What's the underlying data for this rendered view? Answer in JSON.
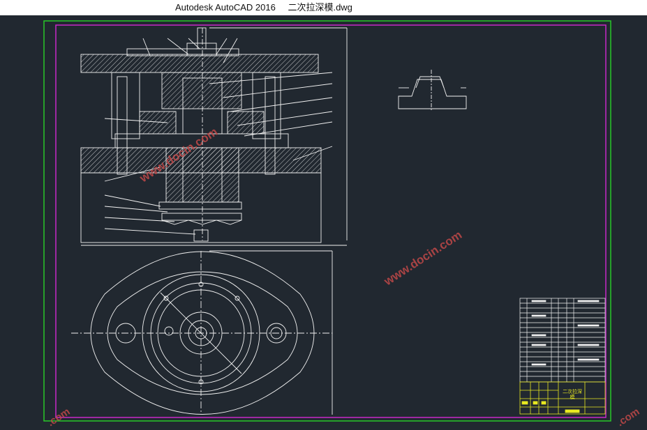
{
  "window": {
    "app_name": "Autodesk AutoCAD 2016",
    "file_name": "二次拉深模.dwg"
  },
  "drawing": {
    "title_block_name_line1": "二次拉深",
    "title_block_name_line2": "模",
    "watermark": "www.docin.com",
    "watermark_fragment": ".com"
  },
  "colors": {
    "background": "#212830",
    "outer_border": "#28c828",
    "inner_border": "#c828c8",
    "lines": "#f2f2f2",
    "title_block": "#e8e820"
  }
}
